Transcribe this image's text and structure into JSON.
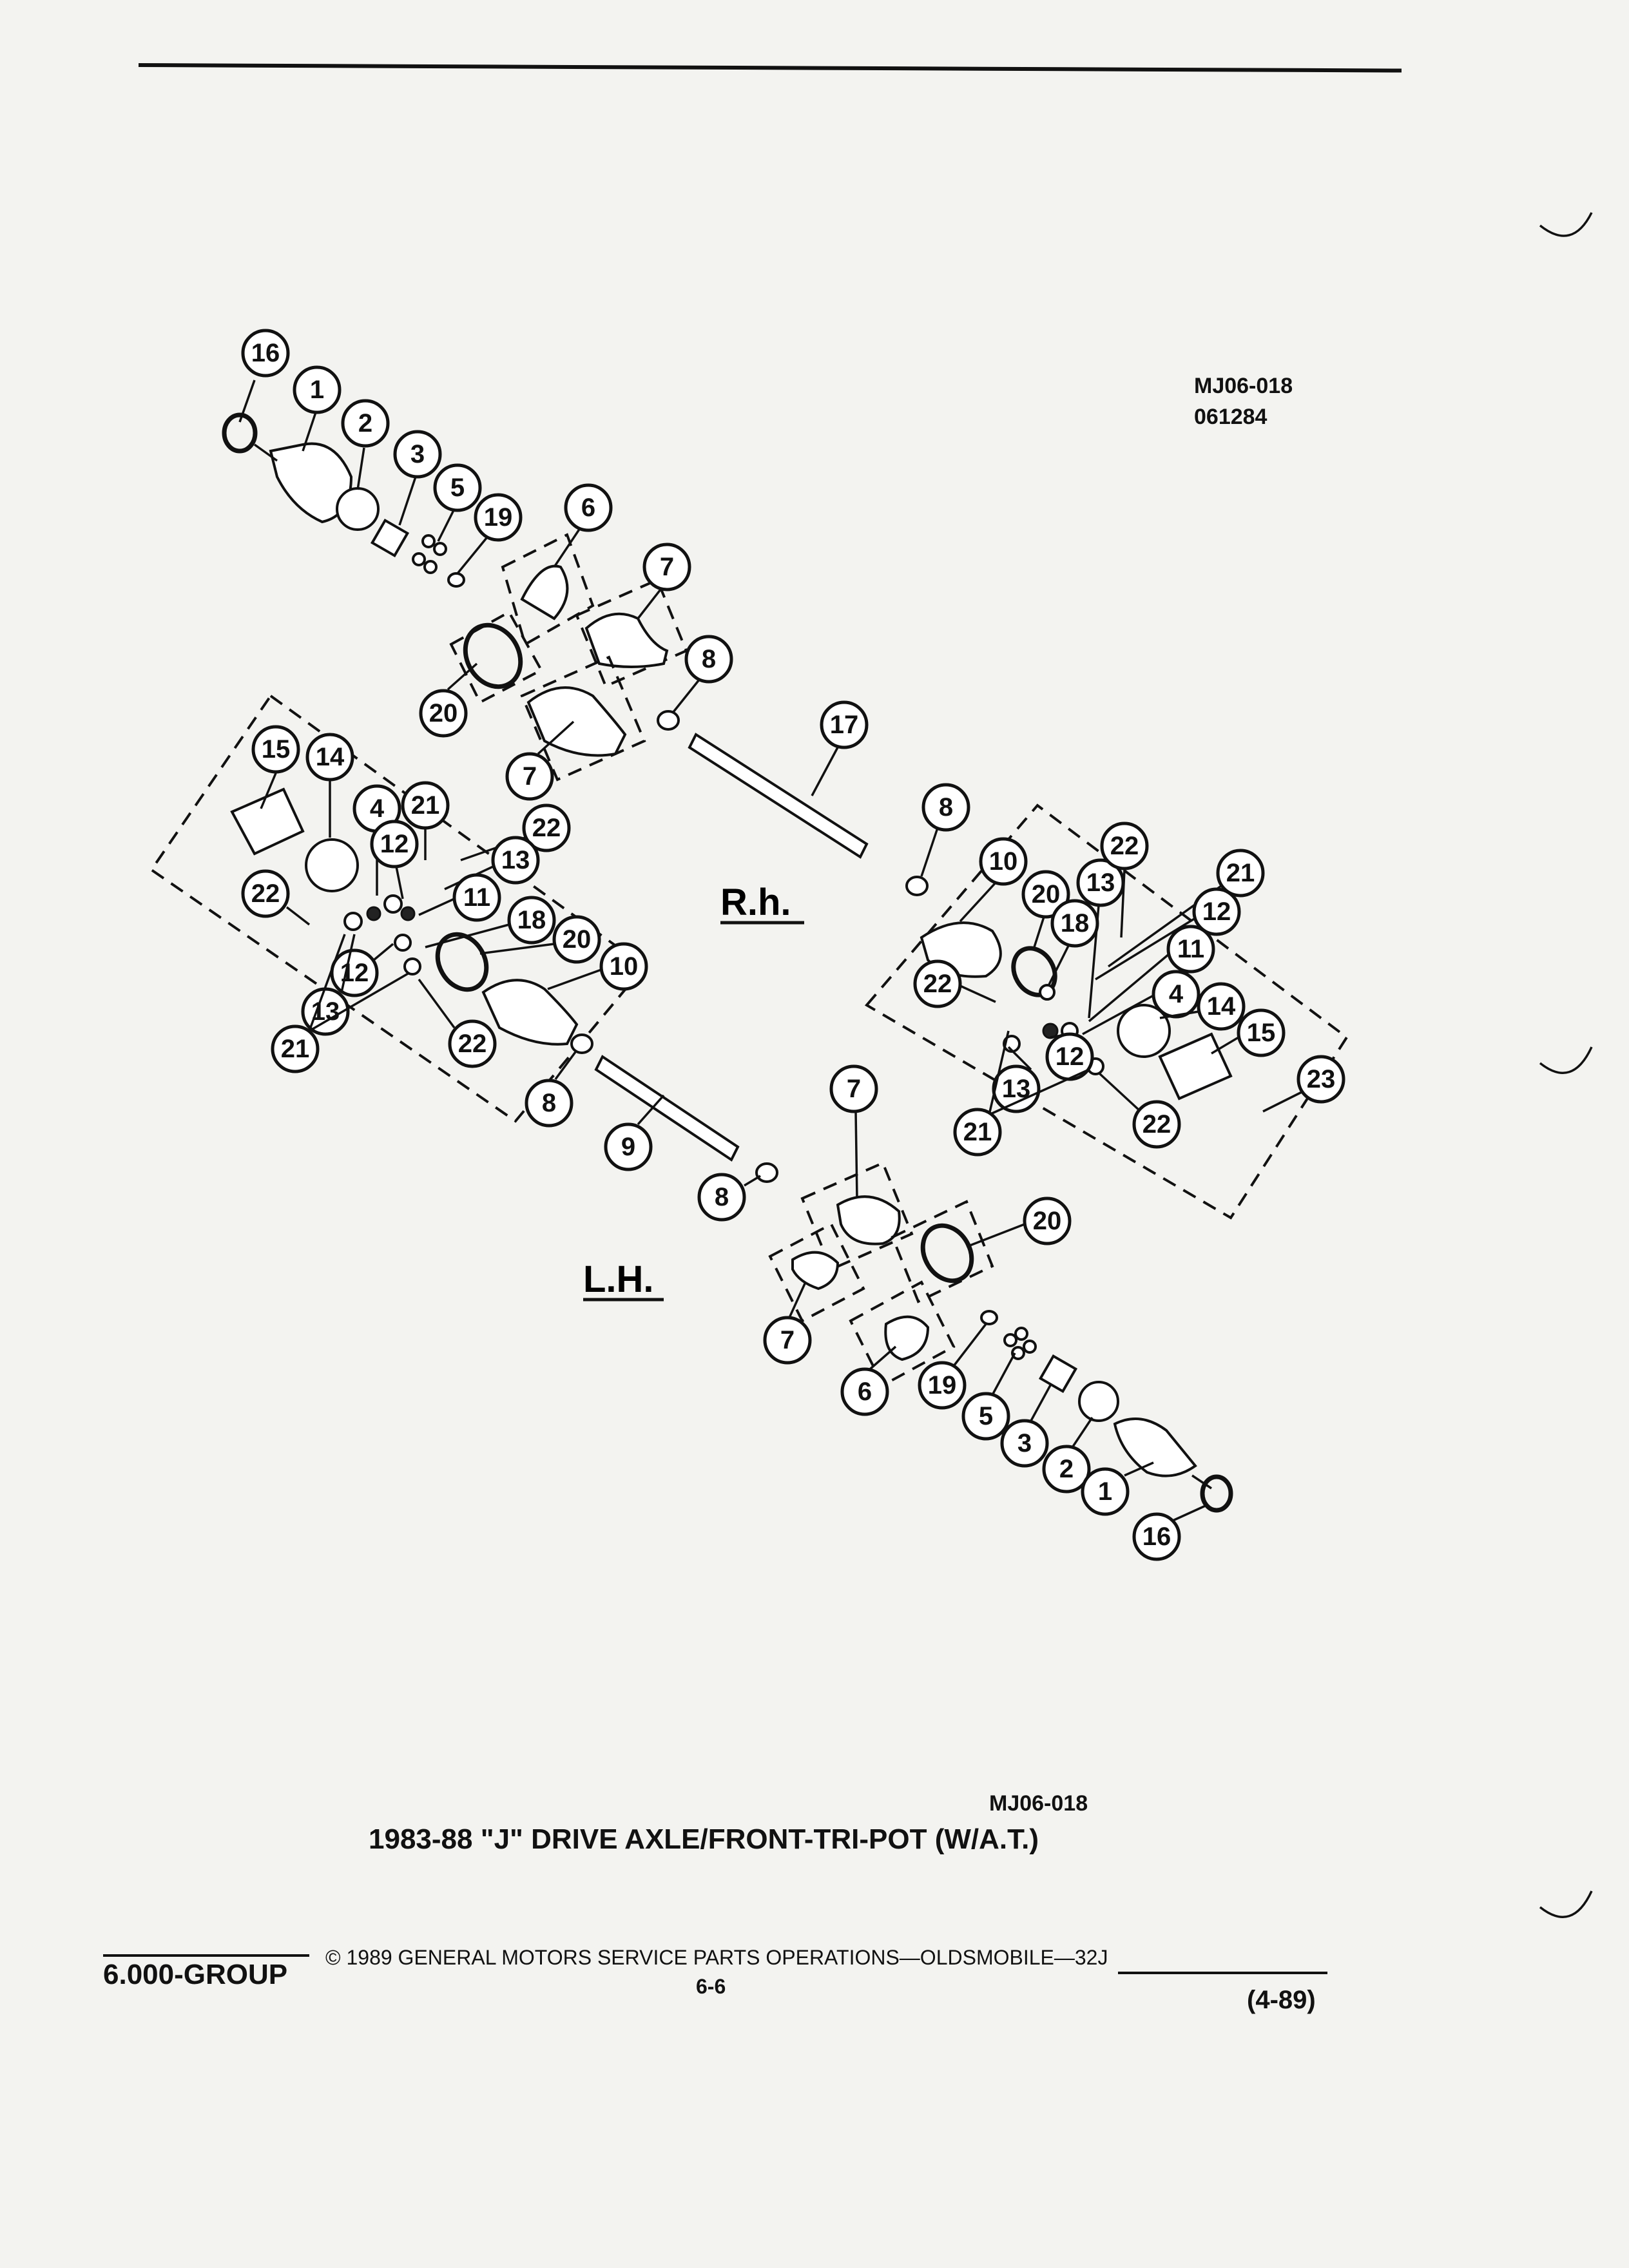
{
  "header": {
    "ref_code": "MJ06-018",
    "date_code": "061284"
  },
  "diagram": {
    "side_labels": {
      "right": "R.h.",
      "left": "L.H."
    },
    "callouts": [
      "1",
      "2",
      "3",
      "4",
      "5",
      "6",
      "7",
      "8",
      "9",
      "10",
      "11",
      "12",
      "13",
      "14",
      "15",
      "16",
      "17",
      "18",
      "19",
      "20",
      "21",
      "22",
      "23"
    ]
  },
  "caption": {
    "ref_code": "MJ06-018",
    "title": "1983-88 \"J\" DRIVE AXLE/FRONT-TRI-POT (W/A.T.)"
  },
  "footer": {
    "group": "6.000-GROUP",
    "copyright": "© 1989 GENERAL MOTORS SERVICE PARTS OPERATIONS—OLDSMOBILE—32J",
    "page_number": "6-6",
    "revision": "(4-89)"
  },
  "colors": {
    "ink": "#111111",
    "paper": "#f3f3f0"
  }
}
